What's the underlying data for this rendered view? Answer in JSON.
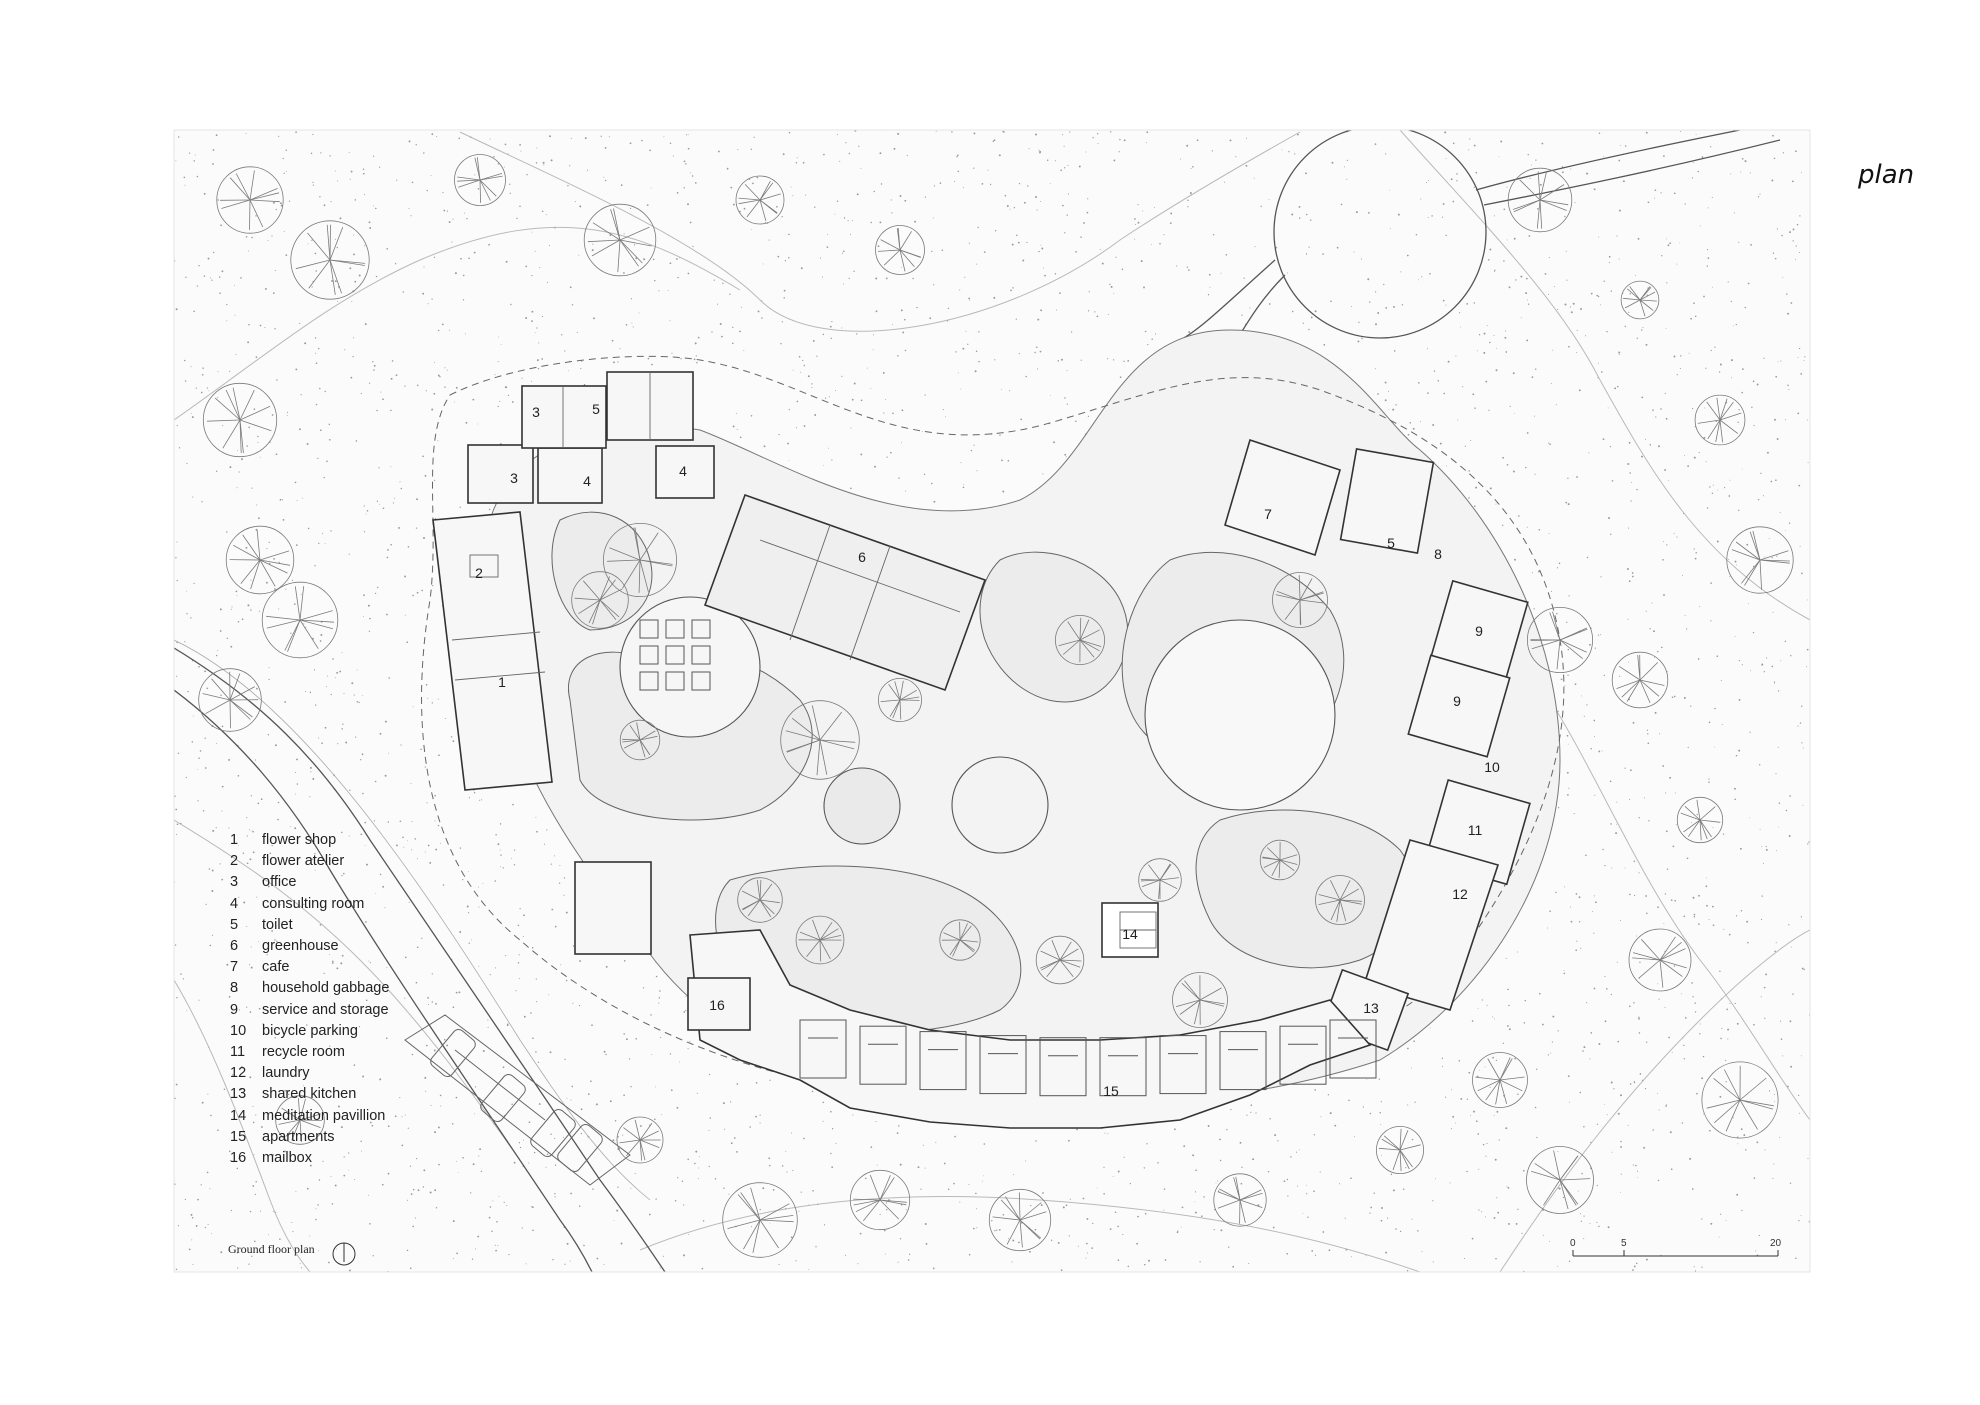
{
  "sheet_label": "plan",
  "drawing_caption": "Ground floor plan",
  "legend": [
    {
      "num": "1",
      "label": "flower shop"
    },
    {
      "num": "2",
      "label": "flower atelier"
    },
    {
      "num": "3",
      "label": "office"
    },
    {
      "num": "4",
      "label": "consulting room"
    },
    {
      "num": "5",
      "label": "toilet"
    },
    {
      "num": "6",
      "label": "greenhouse"
    },
    {
      "num": "7",
      "label": "cafe"
    },
    {
      "num": "8",
      "label": "household gabbage"
    },
    {
      "num": "9",
      "label": "service and storage"
    },
    {
      "num": "10",
      "label": "bicycle parking"
    },
    {
      "num": "11",
      "label": "recycle room"
    },
    {
      "num": "12",
      "label": "laundry"
    },
    {
      "num": "13",
      "label": "shared kitchen"
    },
    {
      "num": "14",
      "label": "meditation pavillion"
    },
    {
      "num": "15",
      "label": "apartments"
    },
    {
      "num": "16",
      "label": "mailbox"
    }
  ],
  "room_tags": {
    "t1": "1",
    "t2": "2",
    "t3a": "3",
    "t3b": "3",
    "t4a": "4",
    "t4b": "4",
    "t5a": "5",
    "t5b": "5",
    "t6": "6",
    "t7": "7",
    "t8": "8",
    "t9a": "9",
    "t9b": "9",
    "t10": "10",
    "t11": "11",
    "t12": "12",
    "t13": "13",
    "t14": "14",
    "t15": "15",
    "t16": "16"
  },
  "scale_bar": {
    "ticks": [
      "0",
      "5",
      "20"
    ]
  }
}
